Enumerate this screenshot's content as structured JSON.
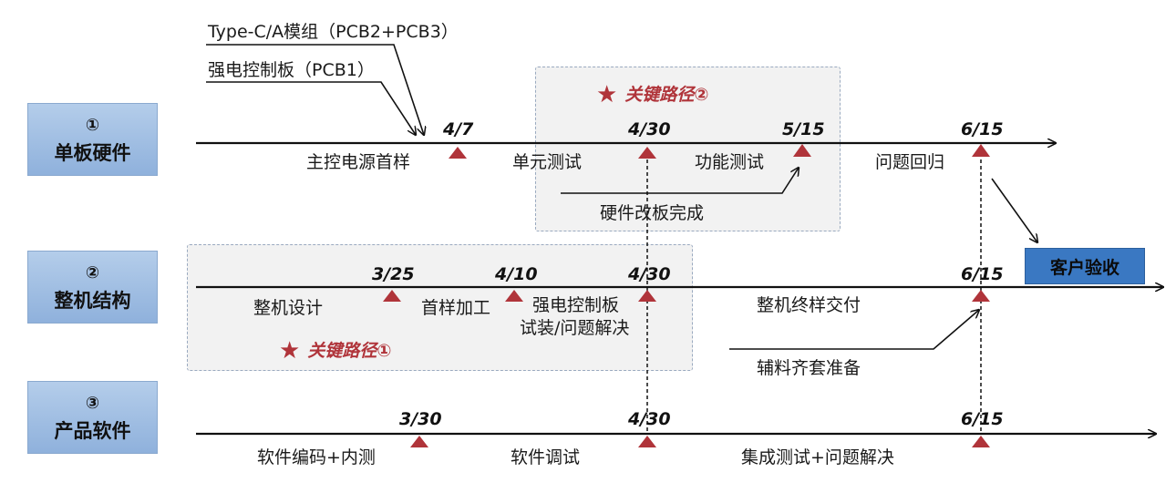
{
  "lanes": [
    {
      "num": "①",
      "name": "单板硬件"
    },
    {
      "num": "②",
      "name": "整机结构"
    },
    {
      "num": "③",
      "name": "产品软件"
    }
  ],
  "callouts": {
    "typec": "Type-C/A模组（PCB2+PCB3）",
    "strong": "强电控制板（PCB1）",
    "rework": "硬件改板完成",
    "aux": "辅料齐套准备"
  },
  "critical_paths": {
    "path1": "关键路径①",
    "path2": "关键路径②"
  },
  "accept_label": "客户验收",
  "milestones": {
    "hw_47": "4/7",
    "hw_430": "4/30",
    "hw_515": "5/15",
    "hw_615": "6/15",
    "st_325": "3/25",
    "st_410": "4/10",
    "st_430": "4/30",
    "st_615": "6/15",
    "sw_330": "3/30",
    "sw_430": "4/30",
    "sw_615": "6/15"
  },
  "phases": {
    "hw": [
      "主控电源首样",
      "单元测试",
      "功能测试",
      "问题回归"
    ],
    "st": [
      "整机设计",
      "首样加工",
      "强电控制板",
      "试装/问题解决",
      "整机终样交付"
    ],
    "sw": [
      "软件编码+内测",
      "软件调试",
      "集成测试+问题解决"
    ]
  },
  "colors": {
    "lane_fill": "#9dbde3",
    "marker_red": "#b0343a",
    "accept_fill": "#3a78c2",
    "critical_text": "#b0343a"
  }
}
